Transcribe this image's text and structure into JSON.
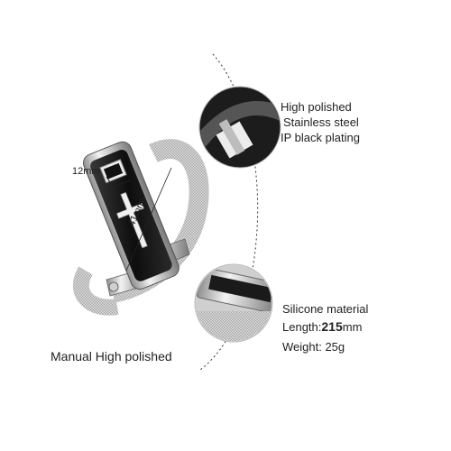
{
  "product": {
    "dimension_width": "12mm",
    "dimension_length": "41mm"
  },
  "callouts": {
    "top": {
      "line1": "High polished",
      "line2": "Stainless steel",
      "line3": "IP black plating"
    },
    "bottom": {
      "material": "Silicone material",
      "length_label": "Length:",
      "length_value": "215",
      "length_unit": "mm",
      "weight": "Weight: 25g"
    },
    "manual": "Manual High polished"
  },
  "colors": {
    "steel": "#c8c8c8",
    "black_plate": "#1a1a1a",
    "background": "#ffffff"
  }
}
